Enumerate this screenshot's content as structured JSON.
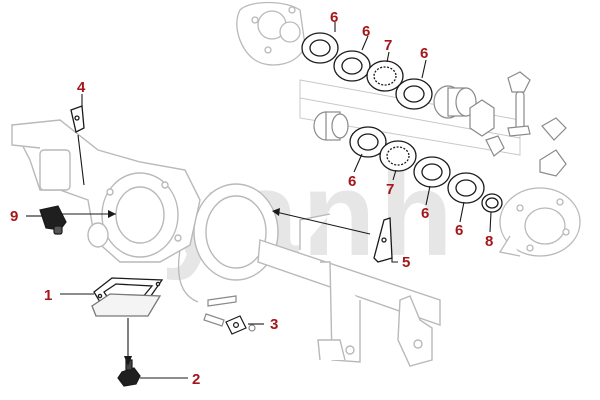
{
  "diagram": {
    "watermark": "ryanh",
    "colors": {
      "callout": "#a4161a",
      "line": "#1a1a1a",
      "faded": "#b9b9b9",
      "watermark": "#e6e6e6"
    },
    "callouts": [
      {
        "id": "c-6a",
        "label": "6"
      },
      {
        "id": "c-6b",
        "label": "6"
      },
      {
        "id": "c-7a",
        "label": "7"
      },
      {
        "id": "c-6c",
        "label": "6"
      },
      {
        "id": "c-4",
        "label": "4"
      },
      {
        "id": "c-9",
        "label": "9"
      },
      {
        "id": "c-6d",
        "label": "6"
      },
      {
        "id": "c-7b",
        "label": "7"
      },
      {
        "id": "c-6e",
        "label": "6"
      },
      {
        "id": "c-6f",
        "label": "6"
      },
      {
        "id": "c-8",
        "label": "8"
      },
      {
        "id": "c-5",
        "label": "5"
      },
      {
        "id": "c-1",
        "label": "1"
      },
      {
        "id": "c-3",
        "label": "3"
      },
      {
        "id": "c-2",
        "label": "2"
      }
    ]
  }
}
